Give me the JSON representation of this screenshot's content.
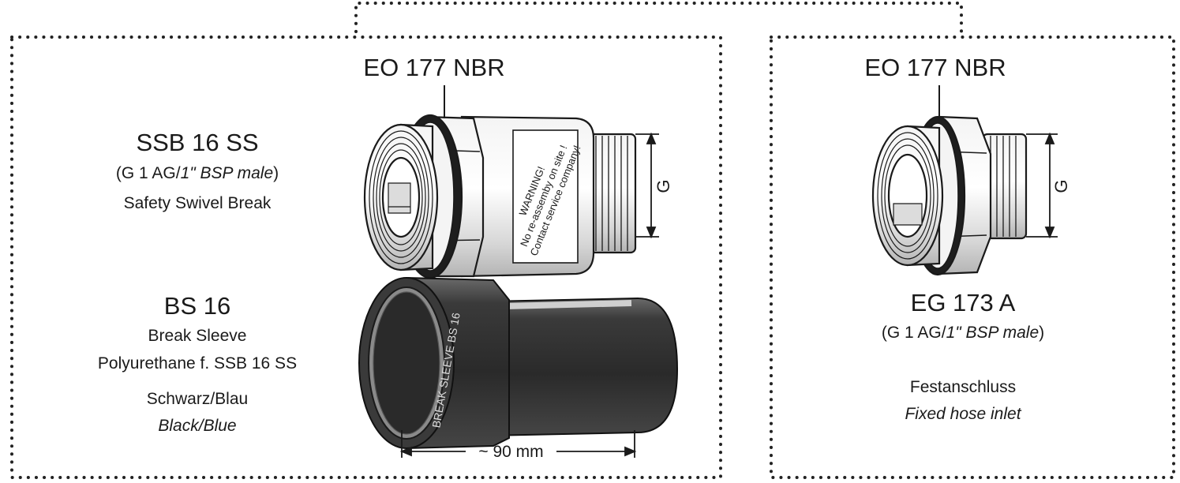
{
  "left_panel": {
    "seal_label": "EO 177 NBR",
    "ssb": {
      "title": "SSB 16 SS",
      "thread_prefix": "G 1 AG",
      "thread_imperial": "1\" BSP male",
      "description": "Safety Swivel Break"
    },
    "bs": {
      "title": "BS 16",
      "line1": "Break Sleeve",
      "line2": "Polyurethane f. SSB 16 SS",
      "color_de_1": "Schwarz",
      "color_de_2": "Blau",
      "color_en_1": "Black",
      "color_en_2": "Blue"
    },
    "fitting_warning": [
      "WARNING!",
      "No re-assemby on site !",
      "Contact service company!"
    ],
    "sleeve_imprint": "BREAK SLEEVE BS 16",
    "dimension_label": "~ 90 mm",
    "g_label": "G"
  },
  "right_panel": {
    "seal_label": "EO 177 NBR",
    "title": "EG 173 A",
    "thread_prefix": "G 1 AG",
    "thread_imperial": "1\" BSP male",
    "desc_de": "Festanschluss",
    "desc_en": "Fixed hose inlet",
    "g_label": "G"
  }
}
